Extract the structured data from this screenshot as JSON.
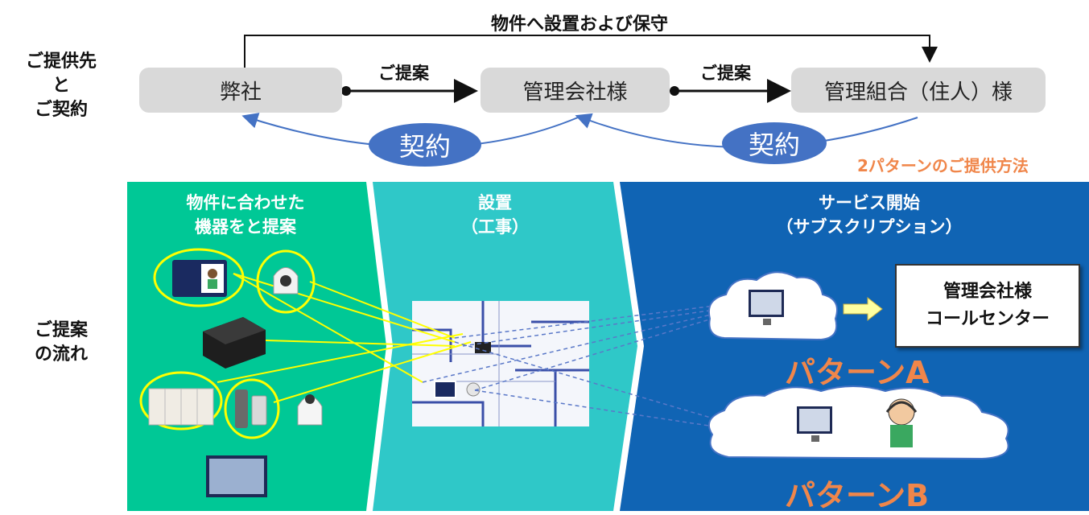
{
  "header": {
    "top_title": "物件へ設置および保守",
    "left_label_provider": [
      "ご提供先",
      "と",
      "ご契約"
    ],
    "left_label_flow": [
      "ご提案",
      "の流れ"
    ]
  },
  "flow": {
    "box_company": "弊社",
    "box_management": "管理会社様",
    "box_association": "管理組合（住人）様",
    "proposal_label_1": "ご提案",
    "proposal_label_2": "ご提案",
    "contract_label_1": "契約",
    "contract_label_2": "契約"
  },
  "methods_caption": "2パターンのご提供方法",
  "panels": {
    "proposal_title": [
      "物件に合わせた",
      "機器をと提案"
    ],
    "install_title": [
      "設置",
      "（工事）"
    ],
    "service_title": [
      "サービス開始",
      "（サブスクリプション）"
    ]
  },
  "callcenter": [
    "管理会社様",
    "コールセンター"
  ],
  "patterns": {
    "a": "パターンA",
    "b": "パターンB"
  },
  "colors": {
    "panel_green": "#00c896",
    "panel_teal": "#2fc8c8",
    "panel_blue": "#1064b4",
    "contract_pill": "#4472c4",
    "accent_orange": "#f0864a",
    "device_highlight": "#ffff00"
  }
}
